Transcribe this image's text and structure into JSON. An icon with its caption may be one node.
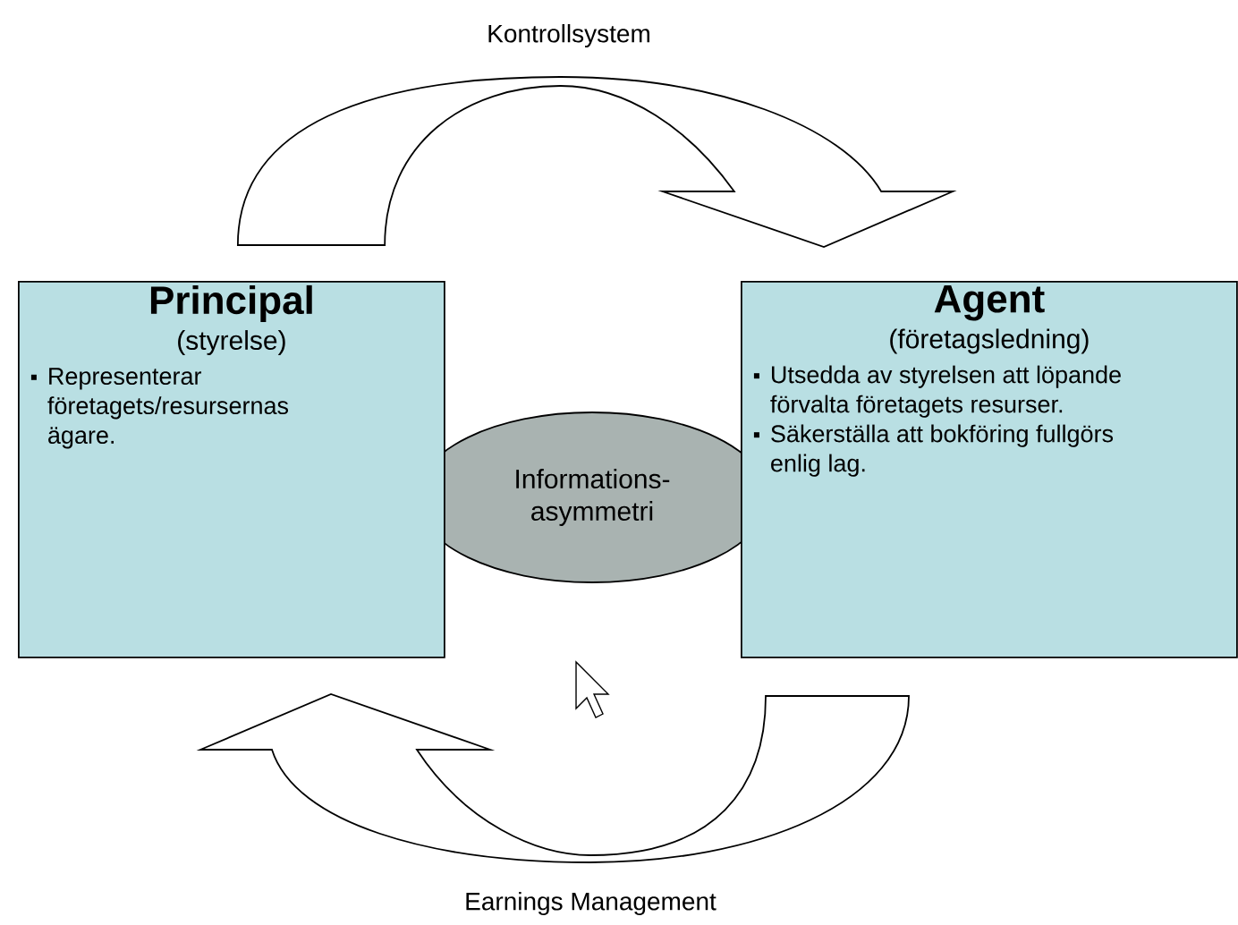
{
  "diagram": {
    "nodes": [
      {
        "text": [
          "Principal",
          "(styrelse)",
          "Representerar företagets/resursernas ägare."
        ]
      },
      {
        "text": [
          "Informations-asymmetri"
        ]
      },
      {
        "text": [
          "Agent",
          "(företagsledning)",
          "Utsedda av styrelsen att löpande förvalta företagets resurser.",
          "Säkerställa att bokföring fullgörs enlig lag."
        ]
      }
    ],
    "edges": [
      {
        "from": 0,
        "to": 2,
        "arrow": "to",
        "label": "Kontrollsystem"
      },
      {
        "from": 2,
        "to": 0,
        "arrow": "to",
        "label": "Earnings Management"
      }
    ]
  }
}
